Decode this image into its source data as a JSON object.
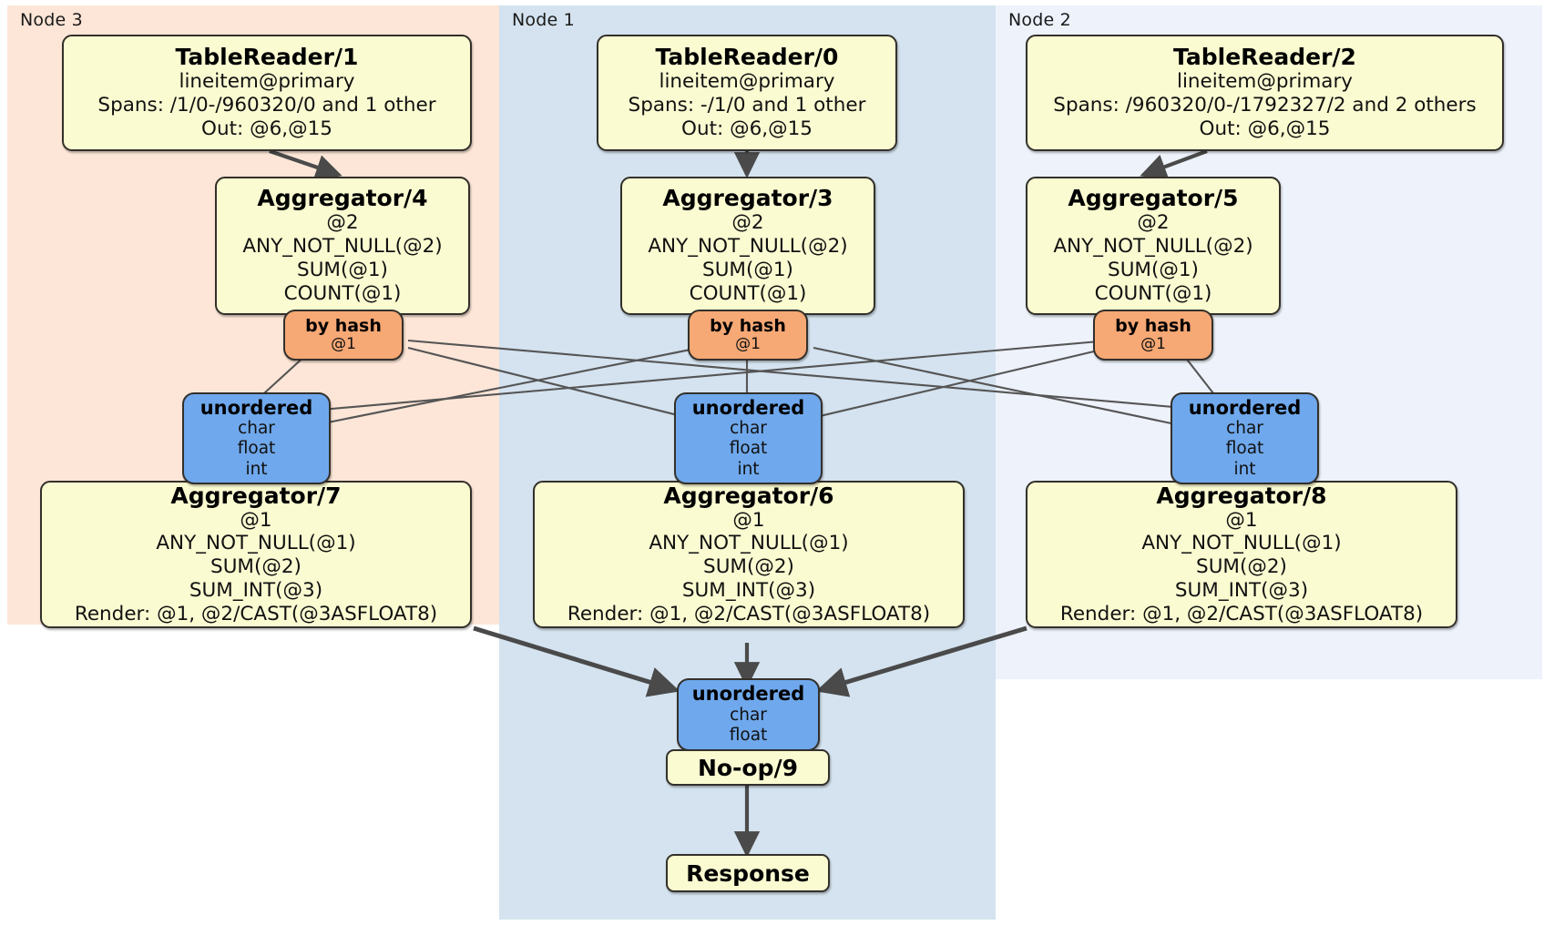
{
  "diagram": {
    "type": "distributed-query-plan",
    "colors": {
      "node3_bg": "#FDE6D7",
      "node1_bg": "#D4E3EF",
      "node2_bg": "#EDF2FB",
      "processor_fill": "#FBFBD2",
      "router_fill": "#F6A875",
      "sync_fill": "#6FA8EC",
      "stroke": "#33302b",
      "edge_thin": "#555555",
      "edge_thick": "#4a4a4a"
    },
    "nodes": [
      {
        "id": "node3",
        "label": "Node 3"
      },
      {
        "id": "node1",
        "label": "Node 1"
      },
      {
        "id": "node2",
        "label": "Node 2"
      }
    ],
    "processors": {
      "table_reader_1": {
        "title": "TableReader/1",
        "lines": [
          "lineitem@primary",
          "Spans: /1/0-/960320/0 and 1 other",
          "Out: @6,@15"
        ]
      },
      "table_reader_0": {
        "title": "TableReader/0",
        "lines": [
          "lineitem@primary",
          "Spans: -/1/0 and 1 other",
          "Out: @6,@15"
        ]
      },
      "table_reader_2": {
        "title": "TableReader/2",
        "lines": [
          "lineitem@primary",
          "Spans: /960320/0-/1792327/2 and 2 others",
          "Out: @6,@15"
        ]
      },
      "aggregator_4": {
        "title": "Aggregator/4",
        "lines": [
          "@2",
          "ANY_NOT_NULL(@2)",
          "SUM(@1)",
          "COUNT(@1)"
        ]
      },
      "aggregator_3": {
        "title": "Aggregator/3",
        "lines": [
          "@2",
          "ANY_NOT_NULL(@2)",
          "SUM(@1)",
          "COUNT(@1)"
        ]
      },
      "aggregator_5": {
        "title": "Aggregator/5",
        "lines": [
          "@2",
          "ANY_NOT_NULL(@2)",
          "SUM(@1)",
          "COUNT(@1)"
        ]
      },
      "aggregator_7": {
        "title": "Aggregator/7",
        "lines": [
          "@1",
          "ANY_NOT_NULL(@1)",
          "SUM(@2)",
          "SUM_INT(@3)",
          "Render: @1, @2/CAST(@3ASFLOAT8)"
        ]
      },
      "aggregator_6": {
        "title": "Aggregator/6",
        "lines": [
          "@1",
          "ANY_NOT_NULL(@1)",
          "SUM(@2)",
          "SUM_INT(@3)",
          "Render: @1, @2/CAST(@3ASFLOAT8)"
        ]
      },
      "aggregator_8": {
        "title": "Aggregator/8",
        "lines": [
          "@1",
          "ANY_NOT_NULL(@1)",
          "SUM(@2)",
          "SUM_INT(@3)",
          "Render: @1, @2/CAST(@3ASFLOAT8)"
        ]
      },
      "no_op_9": {
        "title": "No-op/9"
      },
      "response": {
        "title": "Response"
      }
    },
    "routers": {
      "hash_left": {
        "title": "by hash",
        "lines": [
          "@1"
        ]
      },
      "hash_center": {
        "title": "by hash",
        "lines": [
          "@1"
        ]
      },
      "hash_right": {
        "title": "by hash",
        "lines": [
          "@1"
        ]
      }
    },
    "synchronizers": {
      "sync_left": {
        "title": "unordered",
        "lines": [
          "char",
          "float",
          "int"
        ]
      },
      "sync_center": {
        "title": "unordered",
        "lines": [
          "char",
          "float",
          "int"
        ]
      },
      "sync_right": {
        "title": "unordered",
        "lines": [
          "char",
          "float",
          "int"
        ]
      },
      "sync_final": {
        "title": "unordered",
        "lines": [
          "char",
          "float"
        ]
      }
    }
  }
}
